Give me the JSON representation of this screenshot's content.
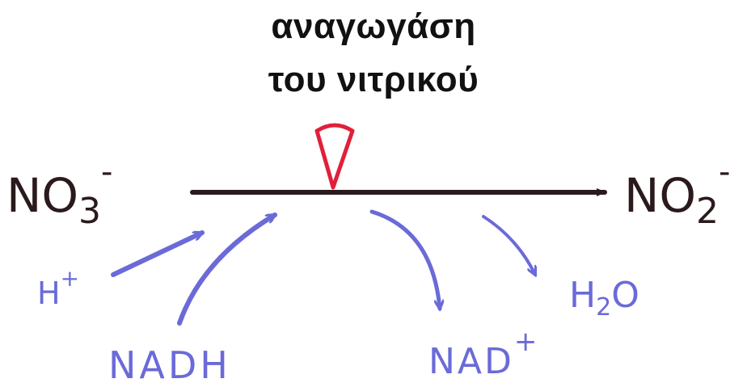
{
  "title": {
    "line1": "αναγωγάση",
    "line2": "του νιτρικού"
  },
  "reactant": {
    "base": "NO",
    "subscript": "3",
    "charge": "-"
  },
  "product": {
    "base": "NO",
    "subscript": "2",
    "charge": "-"
  },
  "inputs": [
    {
      "label": "H",
      "superscript": "+"
    },
    {
      "label": "NADH"
    }
  ],
  "outputs": [
    {
      "label": "NAD",
      "superscript": "+"
    },
    {
      "label": "H",
      "subscript": "2",
      "suffix": "O"
    }
  ],
  "colors": {
    "main_ink": "#2a1a1c",
    "side_ink": "#6a6ad8",
    "enzyme_ink": "#e0203a",
    "title": "#111111"
  }
}
